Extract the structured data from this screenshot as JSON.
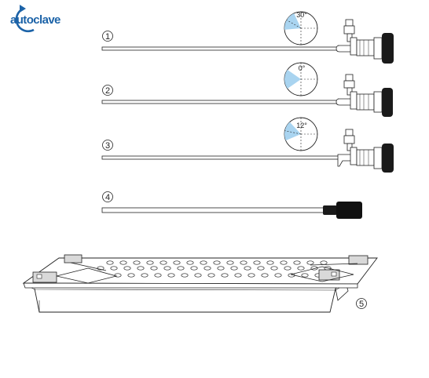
{
  "logo": {
    "text": "autoclave",
    "color": "#1c63a8"
  },
  "colors": {
    "stroke": "#222222",
    "view_fill": "#a9d4f0",
    "grey": "#d9d9d9",
    "dark": "#111111"
  },
  "scopes": [
    {
      "number": "1",
      "angle_label": "30°",
      "view_angle_deg": 30
    },
    {
      "number": "2",
      "angle_label": "0°",
      "view_angle_deg": 0
    },
    {
      "number": "3",
      "angle_label": "12°",
      "view_angle_deg": 12
    }
  ],
  "cable": {
    "number": "4"
  },
  "tray": {
    "number": "5"
  }
}
